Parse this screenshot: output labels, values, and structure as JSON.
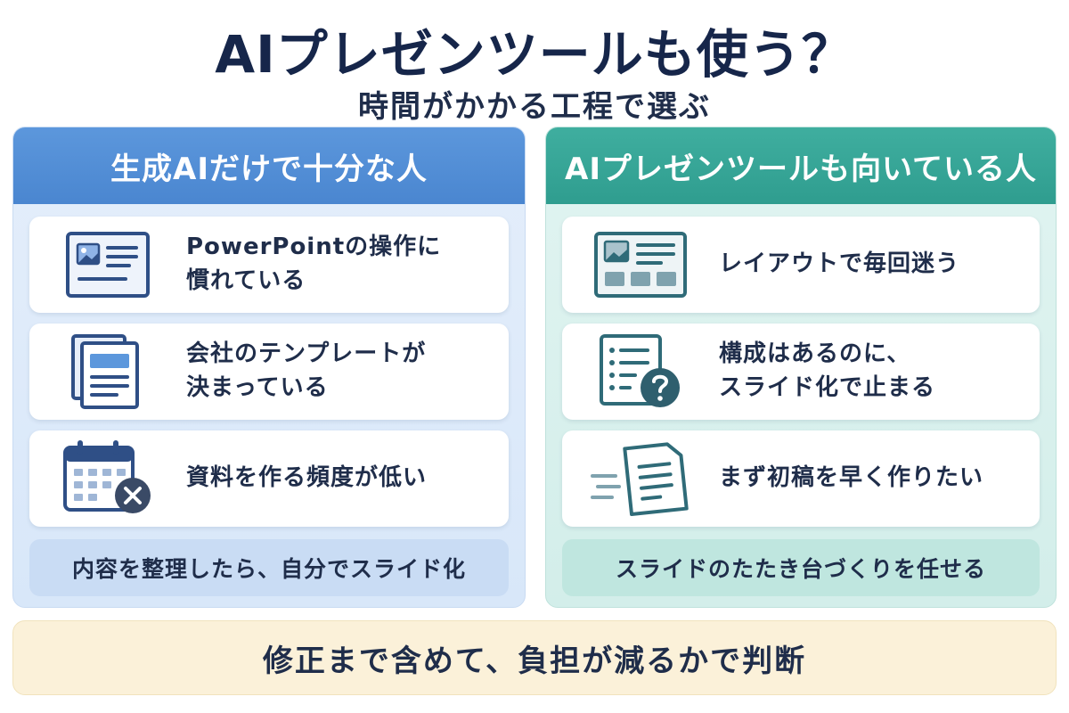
{
  "title": "AIプレゼンツールも使う？",
  "subtitle": "時間がかかる工程で選ぶ",
  "left_panel": {
    "header": "生成AIだけで十分な人",
    "items": [
      {
        "icon": "presentation-slide-icon",
        "text": "PowerPointの操作に\n慣れている"
      },
      {
        "icon": "template-documents-icon",
        "text": "会社のテンプレートが\n決まっている"
      },
      {
        "icon": "calendar-cancel-icon",
        "text": "資料を作る頻度が低い"
      }
    ],
    "summary": "内容を整理したら、自分でスライド化"
  },
  "right_panel": {
    "header": "AIプレゼンツールも向いている人",
    "items": [
      {
        "icon": "layout-grid-icon",
        "text": "レイアウトで毎回迷う"
      },
      {
        "icon": "outline-question-icon",
        "text": "構成はあるのに、\nスライド化で止まる"
      },
      {
        "icon": "fast-draft-document-icon",
        "text": "まず初稿を早く作りたい"
      }
    ],
    "summary": "スライドのたたき台づくりを任せる"
  },
  "verdict": "修正まで含めて、負担が減るかで判断",
  "colors": {
    "title": "#16264a",
    "left_accent": "#4a86d0",
    "right_accent": "#2f9d8f",
    "icon_blue": "#2f4f86",
    "icon_teal": "#2f6b78",
    "verdict_bg": "#fbf1d9"
  }
}
